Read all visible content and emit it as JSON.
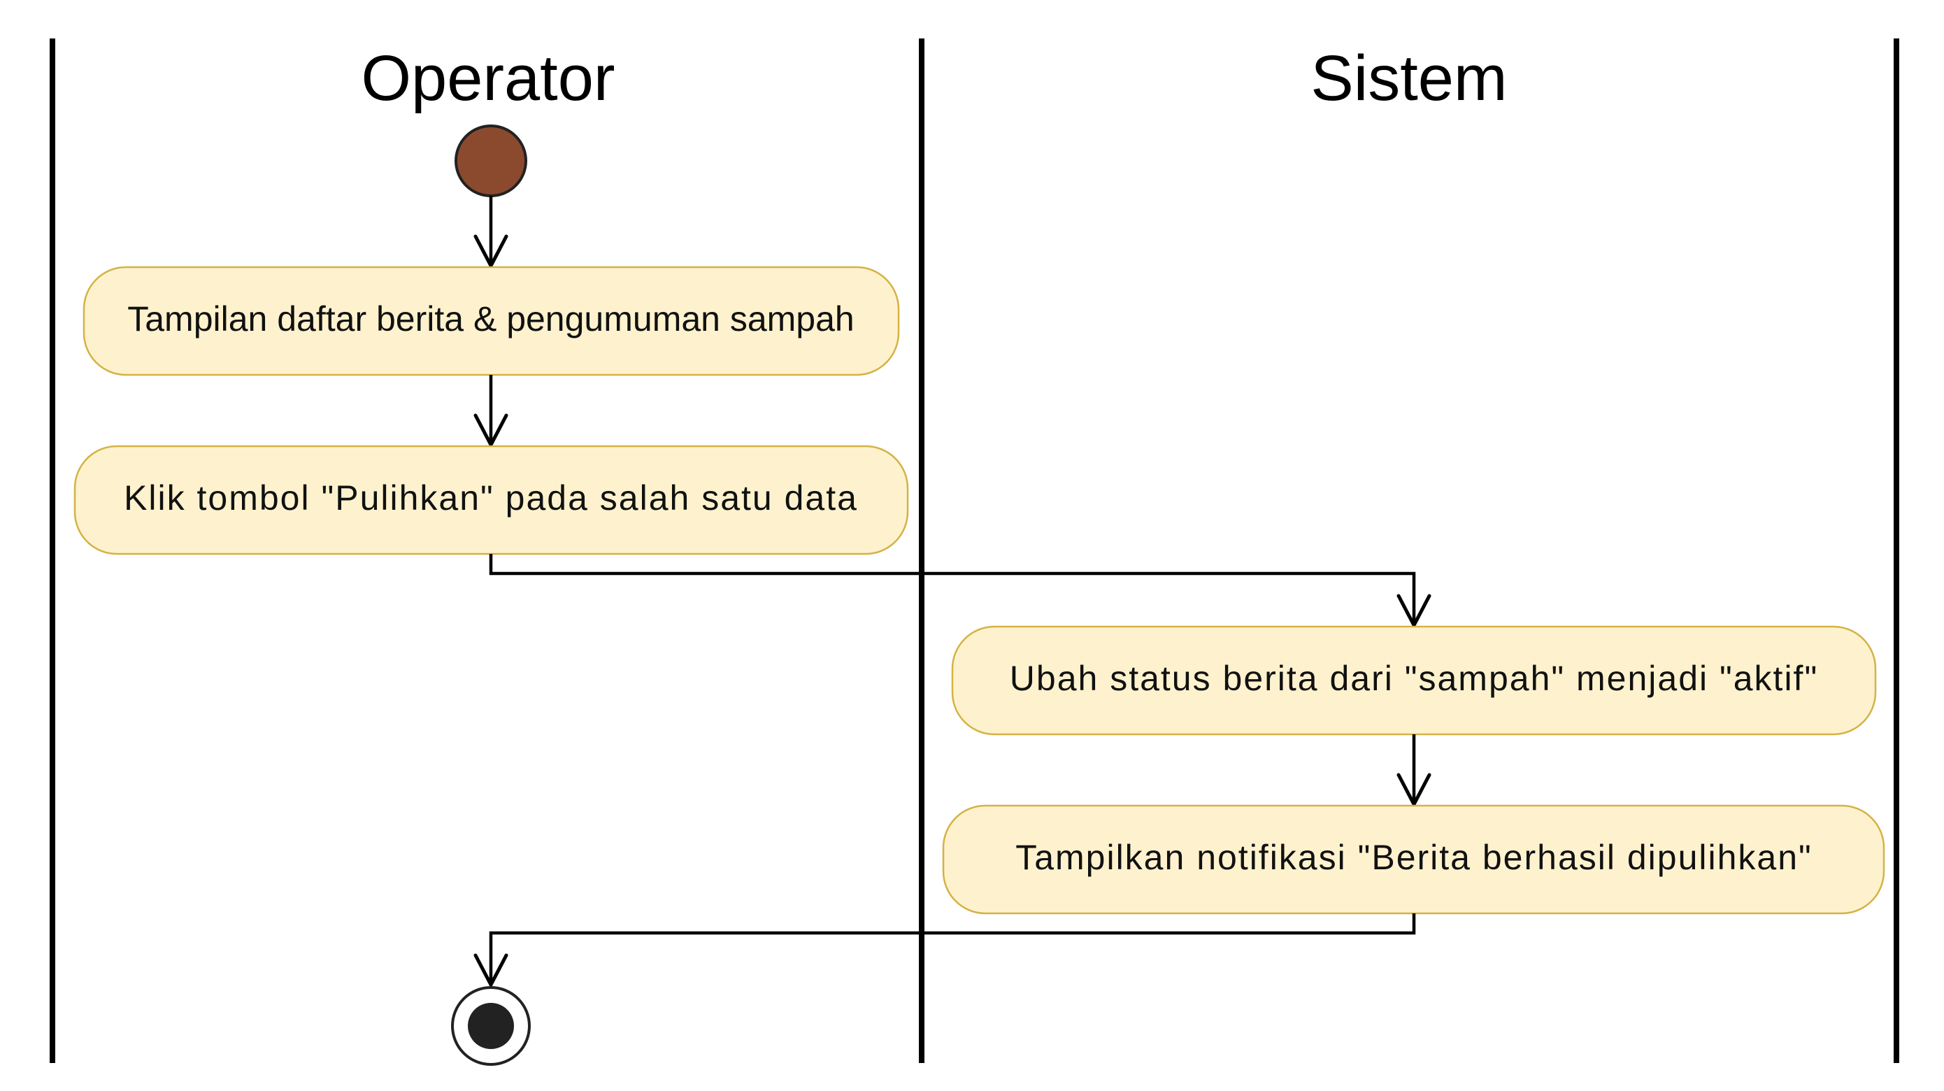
{
  "swimlanes": {
    "operator_title": "Operator",
    "system_title": "Sistem"
  },
  "actions": {
    "view_list": "Tampilan daftar berita & pengumuman sampah",
    "click_restore": "Klik tombol \"Pulihkan\" pada salah satu data",
    "change_status": "Ubah status berita dari \"sampah\" menjadi \"aktif\"",
    "show_notification": "Tampilkan notifikasi \"Berita berhasil dipulihkan\""
  },
  "colors": {
    "action_fill": "#FEF2CE",
    "action_border": "#D4B244",
    "start_node": "#8B4A2E",
    "end_node": "#222222"
  }
}
